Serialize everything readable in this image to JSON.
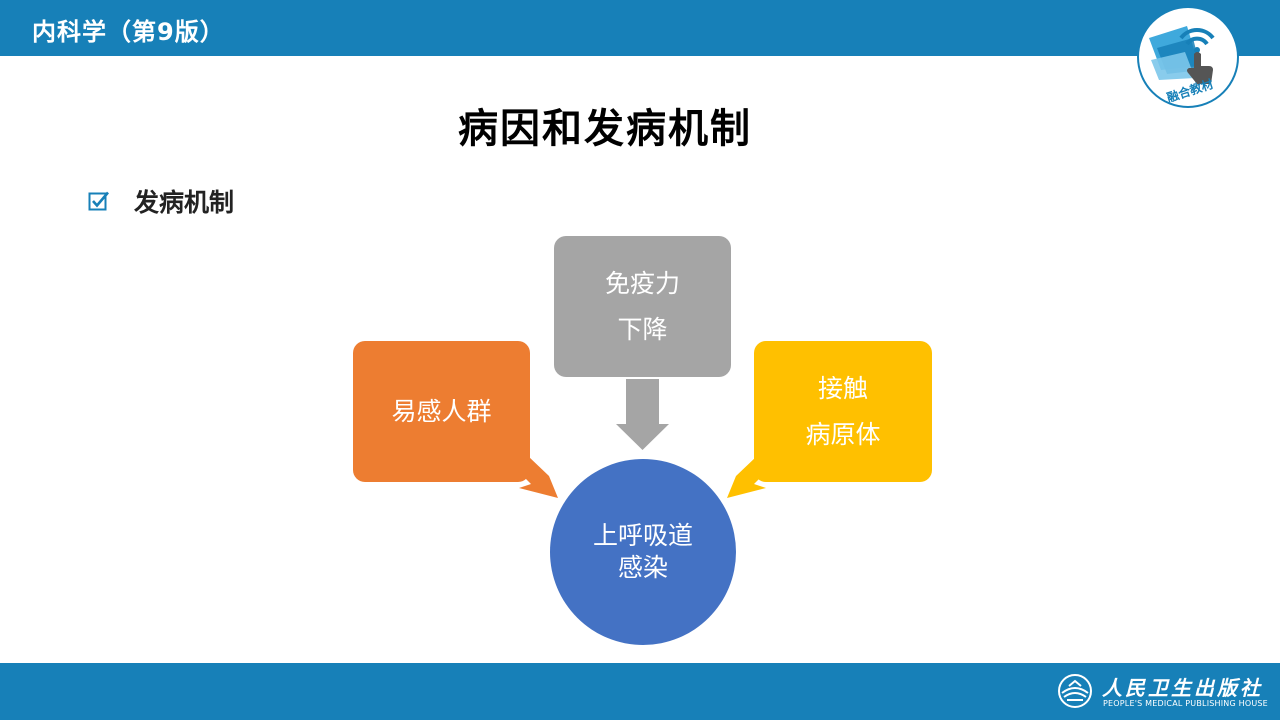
{
  "header": {
    "book_title": "内科学（第9版）",
    "badge_label": "融合教材",
    "badge_icon": "hand-pointer-wifi-icon"
  },
  "slide": {
    "title": "病因和发病机制",
    "bullet": {
      "icon": "checkbox-checked-icon",
      "text": "发病机制"
    }
  },
  "diagram": {
    "factors": [
      {
        "id": "immunity",
        "lines": [
          "免疫力",
          "下降"
        ],
        "color": "#a5a5a5"
      },
      {
        "id": "population",
        "lines": [
          "易感人群"
        ],
        "color": "#ed7d31"
      },
      {
        "id": "pathogen",
        "lines": [
          "接触",
          "病原体"
        ],
        "color": "#ffc000"
      }
    ],
    "result": {
      "lines": [
        "上呼吸道",
        "感染"
      ],
      "color": "#4472c4"
    }
  },
  "footer": {
    "publisher_cn": "人民卫生出版社",
    "publisher_en": "PEOPLE'S MEDICAL PUBLISHING HOUSE",
    "logo_icon": "pmph-logo-icon"
  },
  "colors": {
    "bar": "#1780b8",
    "arrow": "#a5a5a5"
  }
}
